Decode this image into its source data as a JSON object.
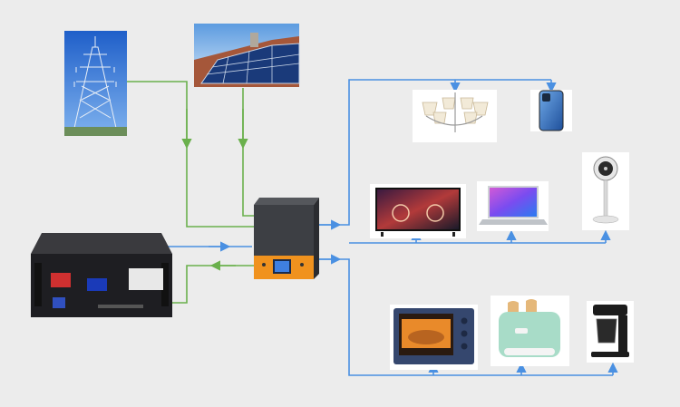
{
  "diagram": {
    "nodes": [
      {
        "id": "grid",
        "icon": "power-tower-icon",
        "role": "source"
      },
      {
        "id": "solar",
        "icon": "solar-panel-icon",
        "role": "source"
      },
      {
        "id": "battery",
        "icon": "battery-rack-icon",
        "role": "storage"
      },
      {
        "id": "inverter",
        "icon": "inverter-icon",
        "role": "hub"
      },
      {
        "id": "chandelier",
        "icon": "chandelier-icon",
        "role": "load"
      },
      {
        "id": "phone",
        "icon": "smartphone-icon",
        "role": "load"
      },
      {
        "id": "tv",
        "icon": "television-icon",
        "role": "load"
      },
      {
        "id": "laptop",
        "icon": "laptop-icon",
        "role": "load"
      },
      {
        "id": "fan",
        "icon": "pedestal-fan-icon",
        "role": "load"
      },
      {
        "id": "oven",
        "icon": "toaster-oven-icon",
        "role": "load"
      },
      {
        "id": "toaster",
        "icon": "toaster-icon",
        "role": "load"
      },
      {
        "id": "coffee",
        "icon": "coffee-maker-icon",
        "role": "load"
      }
    ],
    "edges": [
      {
        "from": "grid",
        "to": "inverter",
        "kind": "input"
      },
      {
        "from": "solar",
        "to": "inverter",
        "kind": "input"
      },
      {
        "from": "battery",
        "to": "inverter",
        "kind": "output"
      },
      {
        "from": "inverter",
        "to": "battery",
        "kind": "input"
      },
      {
        "from": "inverter",
        "to": "chandelier",
        "kind": "output"
      },
      {
        "from": "inverter",
        "to": "phone",
        "kind": "output"
      },
      {
        "from": "inverter",
        "to": "tv",
        "kind": "output"
      },
      {
        "from": "inverter",
        "to": "laptop",
        "kind": "output"
      },
      {
        "from": "inverter",
        "to": "fan",
        "kind": "output"
      },
      {
        "from": "inverter",
        "to": "oven",
        "kind": "output"
      },
      {
        "from": "inverter",
        "to": "toaster",
        "kind": "output"
      },
      {
        "from": "inverter",
        "to": "coffee",
        "kind": "output"
      }
    ]
  },
  "colors": {
    "background": "#ececec",
    "input_line": "#6ab04c",
    "output_line": "#4a90e2",
    "inverter_body": "#3d3f44",
    "inverter_accent": "#f0921e"
  }
}
